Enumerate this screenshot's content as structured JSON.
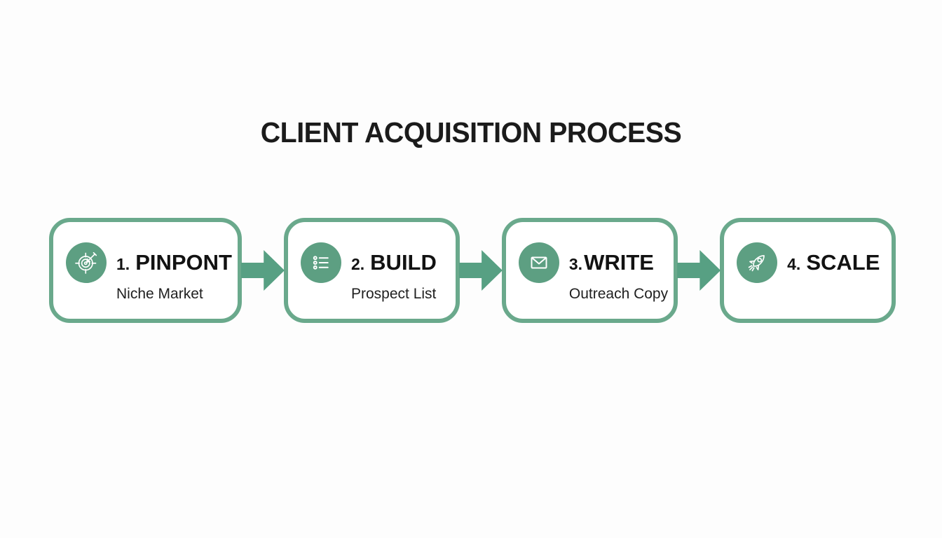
{
  "title": "CLIENT ACQUISITION PROCESS",
  "colors": {
    "green_fill": "#5d9f82",
    "green_border": "#6aa98c",
    "green_arrow": "#57a083",
    "text_dark": "#121212"
  },
  "steps": [
    {
      "number": "1.",
      "word": "PINPONT",
      "subtitle": "Niche Market",
      "icon": "target-dart-icon"
    },
    {
      "number": "2.",
      "word": "BUILD",
      "subtitle": "Prospect List",
      "icon": "bulleted-list-icon"
    },
    {
      "number": "3.",
      "word": "WRITE",
      "subtitle": "Outreach Copy",
      "icon": "envelope-icon"
    },
    {
      "number": "4.",
      "word": "SCALE",
      "subtitle": "",
      "icon": "rocket-icon"
    }
  ]
}
